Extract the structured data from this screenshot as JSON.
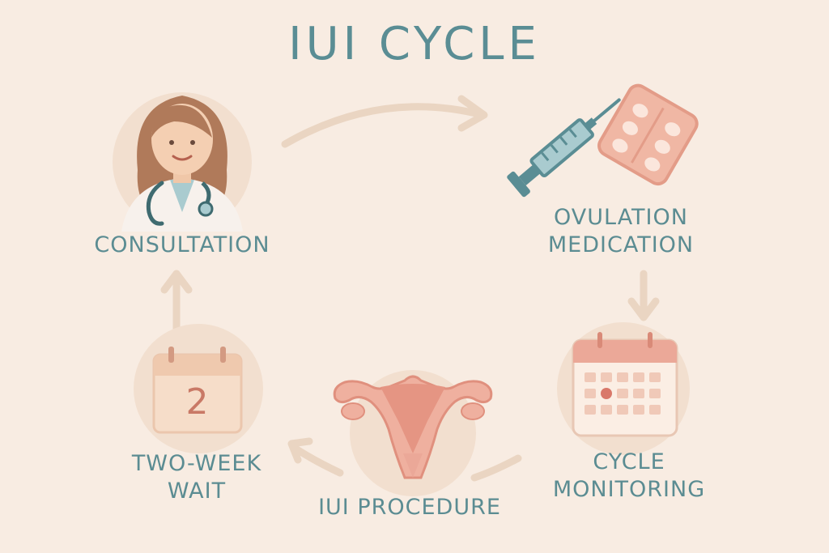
{
  "diagram": {
    "title": "IUI CYCLE",
    "steps": [
      {
        "id": "consultation",
        "label_lines": [
          "CONSULTATION"
        ],
        "icon": "doctor-icon"
      },
      {
        "id": "ovulation-medication",
        "label_lines": [
          "OVULATION",
          "MEDICATION"
        ],
        "icon": "syringe-and-pills-icon"
      },
      {
        "id": "cycle-monitoring",
        "label_lines": [
          "CYCLE",
          "MONITORING"
        ],
        "icon": "calendar-icon"
      },
      {
        "id": "iui-procedure",
        "label_lines": [
          "IUI PROCEDURE"
        ],
        "icon": "uterus-icon"
      },
      {
        "id": "two-week-wait",
        "label_lines": [
          "TWO-WEEK",
          "WAIT"
        ],
        "icon": "calendar-day-icon",
        "calendar_day": "2"
      }
    ],
    "colors": {
      "background": "#f8ece2",
      "text": "#5b8c92",
      "arrow": "#ead5c2",
      "accent": "#e8a59a",
      "teal": "#4c7d84"
    }
  }
}
